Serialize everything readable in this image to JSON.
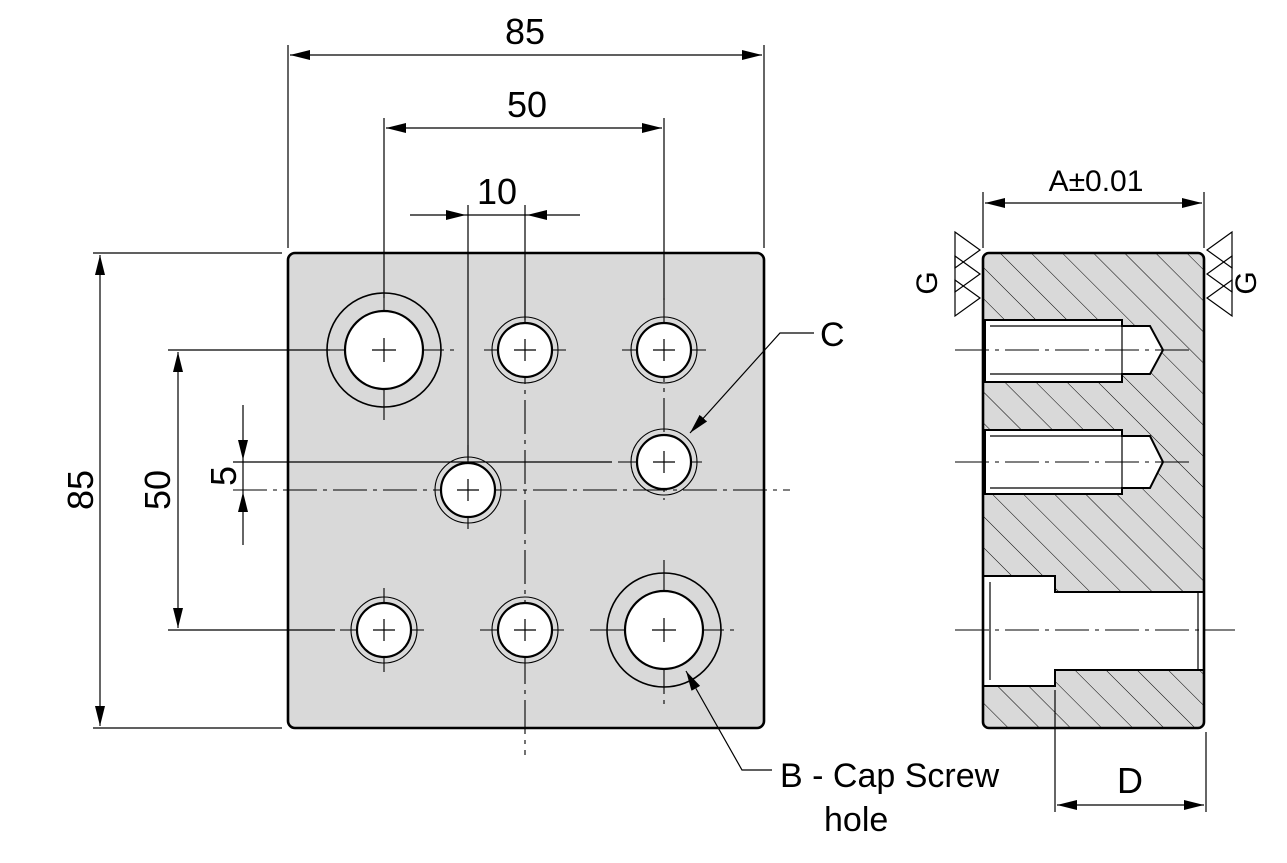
{
  "colors": {
    "plate_fill": "#d9d9d9",
    "line": "#000000",
    "hole_fill": "#ffffff"
  },
  "front_view": {
    "dim_overall_width": "85",
    "dim_hole_span_x": "50",
    "dim_offset_x": "10",
    "dim_overall_height": "85",
    "dim_hole_span_y": "50",
    "dim_offset_y": "5"
  },
  "side_view": {
    "dim_thickness": "A±0.01",
    "ground_symbol_left": "G",
    "ground_symbol_right": "G",
    "dim_counterbore_depth": "D"
  },
  "callouts": {
    "c_label": "C",
    "b_label_line1": "B - Cap Screw",
    "b_label_line2": "hole"
  }
}
